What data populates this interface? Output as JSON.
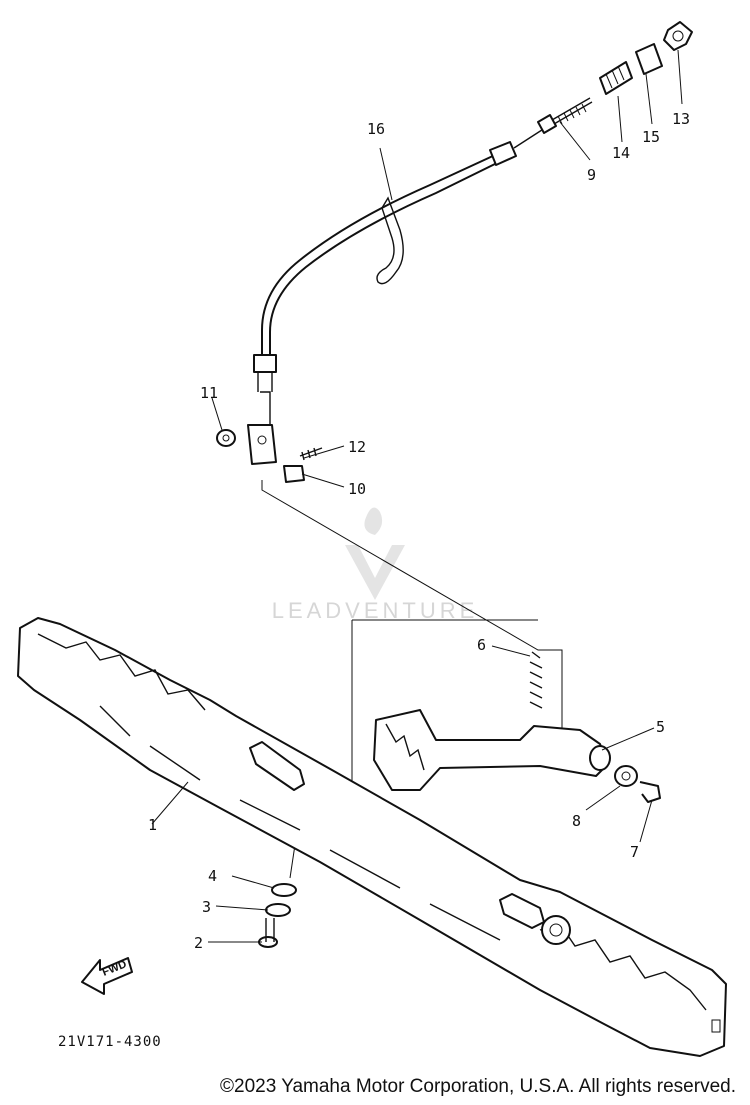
{
  "diagram": {
    "drawing_code": "21V171-4300",
    "watermark": "LEADVENTURE",
    "fwd_label": "FWD",
    "callouts": {
      "c1": "1",
      "c2": "2",
      "c3": "3",
      "c4": "4",
      "c5": "5",
      "c6": "6",
      "c7": "7",
      "c8": "8",
      "c9": "9",
      "c10": "10",
      "c11": "11",
      "c12": "12",
      "c13": "13",
      "c14": "14",
      "c15": "15",
      "c16": "16"
    }
  },
  "footer": {
    "copyright": "©2023 Yamaha Motor Corporation, U.S.A. All rights reserved."
  }
}
